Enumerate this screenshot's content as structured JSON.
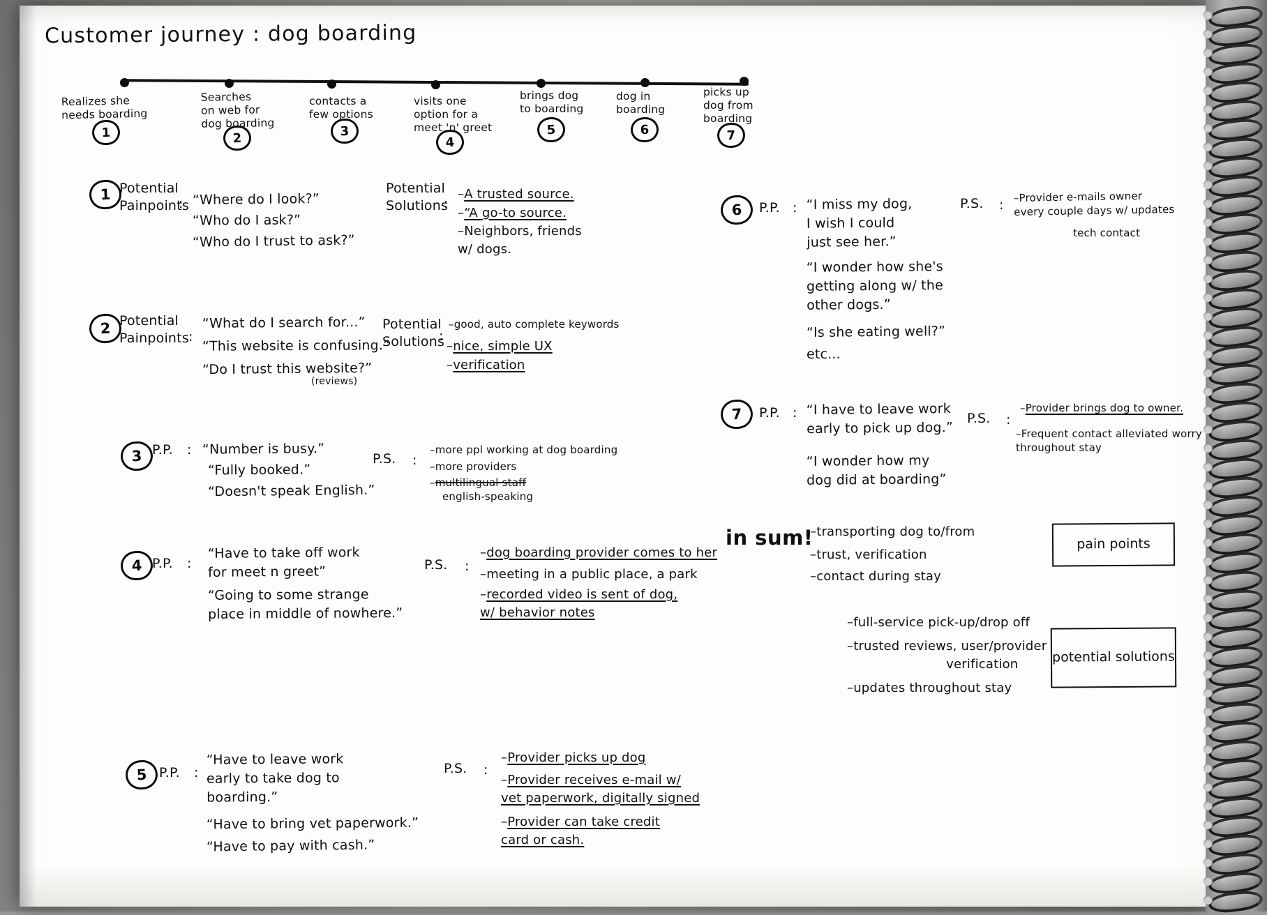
{
  "title": "Customer journey : dog boarding",
  "timeline": {
    "steps": [
      {
        "num": "1",
        "label": "Realizes she\nneeds boarding"
      },
      {
        "num": "2",
        "label": "Searches\non web for\ndog boarding"
      },
      {
        "num": "3",
        "label": "contacts a\nfew options"
      },
      {
        "num": "4",
        "label": "visits one\noption for a\nmeet 'n' greet"
      },
      {
        "num": "5",
        "label": "brings dog\nto boarding"
      },
      {
        "num": "6",
        "label": "dog in\nboarding"
      },
      {
        "num": "7",
        "label": "picks up\ndog from\nboarding"
      }
    ]
  },
  "sections": [
    {
      "num": "1",
      "pp_label": "Potential\nPainpoints",
      "pp_colon": ":",
      "pp_items": [
        "“Where do I look?”",
        "“Who do I ask?”",
        "“Who do I trust to ask?”"
      ],
      "ps_label": "Potential\nSolutions",
      "ps_colon": ":",
      "ps_items": [
        "A trusted source.",
        "“A go-to source.",
        "Neighbors, friends\nw/ dogs."
      ]
    },
    {
      "num": "2",
      "pp_label": "Potential\nPainpoints",
      "pp_colon": ":",
      "pp_items": [
        "“What do I search for...”",
        "“This website is confusing.”",
        "“Do I trust this website?”"
      ],
      "pp_note": "(reviews)",
      "ps_label": "Potential\nSolutions",
      "ps_colon": ":",
      "ps_items": [
        "good, auto complete keywords",
        "nice, simple UX",
        "verification"
      ]
    },
    {
      "num": "3",
      "pp_label": "P.P.",
      "pp_colon": ":",
      "pp_items": [
        "“Number is busy.”",
        "“Fully booked.”",
        "“Doesn't speak English.”"
      ],
      "ps_label": "P.S.",
      "ps_colon": ":",
      "ps_items": [
        "more ppl working at dog boarding",
        "more providers",
        "english-speaking"
      ],
      "ps_struck": "multilingual staff"
    },
    {
      "num": "4",
      "pp_label": "P.P.",
      "pp_colon": ":",
      "pp_items": [
        "“Have to take off work\nfor meet n greet”",
        "“Going to some strange\nplace in middle of nowhere.”"
      ],
      "ps_label": "P.S.",
      "ps_colon": ":",
      "ps_items": [
        "dog boarding provider comes to her",
        "meeting in a public place, a park",
        "recorded video is sent of dog,\nw/ behavior notes"
      ]
    },
    {
      "num": "5",
      "pp_label": "P.P.",
      "pp_colon": ":",
      "pp_items": [
        "“Have to leave work\nearly to take dog to\nboarding.”",
        "“Have to bring vet paperwork.”",
        "“Have to pay with cash.”"
      ],
      "ps_label": "P.S.",
      "ps_colon": ":",
      "ps_items": [
        "Provider picks up dog",
        "Provider receives e-mail w/\nvet paperwork, digitally signed",
        "Provider can take credit\ncard or cash."
      ]
    },
    {
      "num": "6",
      "pp_label": "P.P.",
      "pp_colon": ":",
      "pp_items": [
        "“I miss my dog,\nI wish I could\njust see her.”",
        "“I wonder how she's\ngetting along w/ the\nother dogs.”",
        "“Is she eating well?”",
        "etc..."
      ],
      "ps_label": "P.S.",
      "ps_colon": ":",
      "ps_items": [
        "Provider e-mails owner\nevery couple days w/ updates",
        "tech contact"
      ]
    },
    {
      "num": "7",
      "pp_label": "P.P.",
      "pp_colon": ":",
      "pp_items": [
        "“I have to leave work\nearly to pick up dog.”",
        "“I wonder how my\ndog did at boarding”"
      ],
      "ps_label": "P.S.",
      "ps_colon": ":",
      "ps_items": [
        "Provider brings dog to owner.",
        "Frequent contact alleviated worry\nthroughout stay"
      ]
    }
  ],
  "in_sum": {
    "heading": "in sum!",
    "pain_points": [
      "transporting dog to/from",
      "trust, verification",
      "contact during stay"
    ],
    "solutions": [
      "full-service pick-up/drop off",
      "trusted reviews, user/provider\n                        verification",
      "updates throughout stay"
    ]
  },
  "legend": {
    "pain_points_box": "pain points",
    "solutions_box": "potential\nsolutions"
  }
}
